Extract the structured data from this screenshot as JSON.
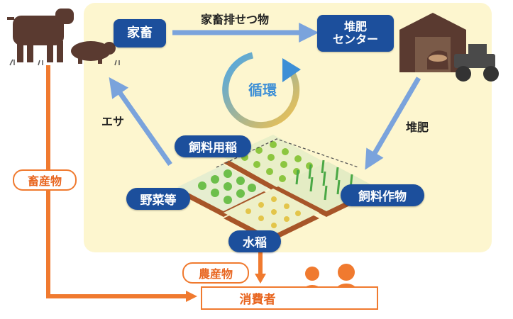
{
  "nodes": {
    "livestock": "家畜",
    "compost_center": "堆肥\nセンター",
    "cycle": "循環",
    "feed_rice": "飼料用稲",
    "vegetables": "野菜等",
    "feed_crops": "飼料作物",
    "paddy_rice": "水稲",
    "consumer": "消費者"
  },
  "edges": {
    "excrement": "家畜排せつ物",
    "compost": "堆肥",
    "feed": "エサ",
    "livestock_products": "畜産物",
    "agricultural_products": "農産物"
  },
  "colors": {
    "panel_bg": "#fdf6cf",
    "box_blue": "#1c4f9c",
    "arrow_blue": "#7aa3dc",
    "orange": "#f07a2f",
    "animal_brown": "#5a3a30"
  },
  "icons": [
    "cow-icon",
    "pig-icon",
    "barn-icon",
    "wheel-loader-icon",
    "person-male-icon",
    "person-female-icon",
    "cycle-arrow-icon"
  ]
}
